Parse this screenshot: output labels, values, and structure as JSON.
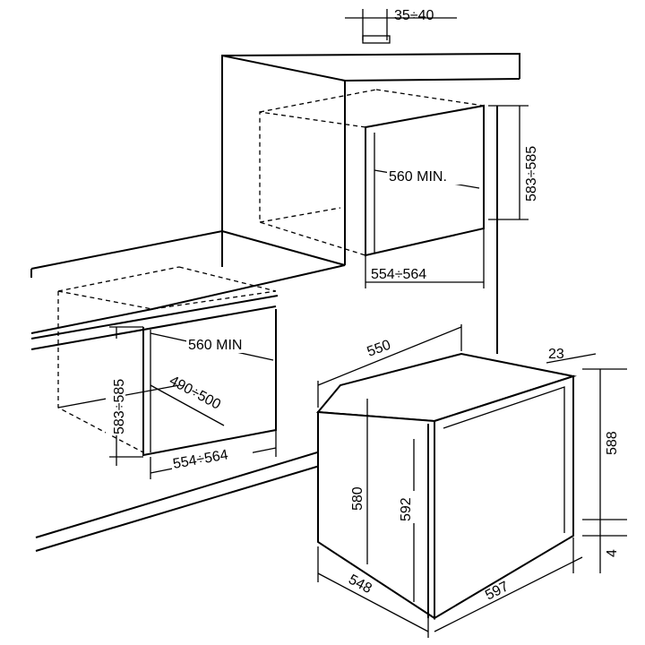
{
  "title": "Built-in oven installation dimensions",
  "column_niche": {
    "depth_gap": "35÷40",
    "height": "583÷585",
    "min_depth": "560 MIN.",
    "width": "554÷564"
  },
  "undercounter_niche": {
    "min_depth": "560 MIN",
    "height": "583÷585",
    "inner_depth": "490÷500",
    "width": "554÷564"
  },
  "oven": {
    "depth_top": "550",
    "door_thickness": "23",
    "front_height": "588",
    "body_height": "580",
    "total_height": "592",
    "bottom_gap": "4",
    "depth": "548",
    "width": "597"
  }
}
